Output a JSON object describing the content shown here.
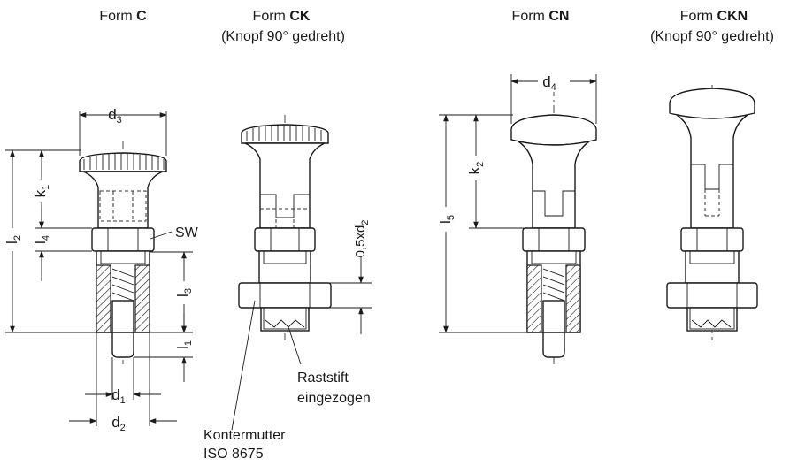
{
  "forms": [
    {
      "prefix": "Form ",
      "code": "C",
      "note": ""
    },
    {
      "prefix": "Form ",
      "code": "CK",
      "note": "(Knopf 90° gedreht)"
    },
    {
      "prefix": "Form ",
      "code": "CN",
      "note": ""
    },
    {
      "prefix": "Form ",
      "code": "CKN",
      "note": "(Knopf 90° gedreht)"
    }
  ],
  "dims": {
    "d3": {
      "main": "d",
      "sub": "3"
    },
    "k1": {
      "main": "k",
      "sub": "1"
    },
    "l2": {
      "main": "l",
      "sub": "2"
    },
    "l4": {
      "main": "l",
      "sub": "4"
    },
    "sw": "SW",
    "l3": {
      "main": "l",
      "sub": "3"
    },
    "l1": {
      "main": "l",
      "sub": "1"
    },
    "d1": {
      "main": "d",
      "sub": "1"
    },
    "d2": {
      "main": "d",
      "sub": "2"
    },
    "xd2": {
      "main": "0,5xd",
      "sub": "2"
    },
    "d4": {
      "main": "d",
      "sub": "4"
    },
    "k2": {
      "main": "k",
      "sub": "2"
    },
    "l5": {
      "main": "l",
      "sub": "5"
    }
  },
  "notes": {
    "raststift": [
      "Raststift",
      "eingezogen"
    ],
    "kontermutter": [
      "Kontermutter",
      "ISO 8675"
    ]
  }
}
